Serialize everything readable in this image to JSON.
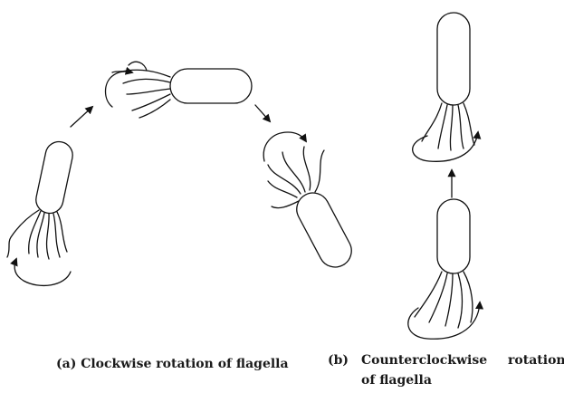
{
  "caption_a": {
    "label": "(a)",
    "text": "Clockwise rotation of flagella"
  },
  "caption_b": {
    "label": "(b)",
    "line1": "Counterclockwise rotation",
    "line2": "of flagella"
  },
  "colors": {
    "stroke": "#111111",
    "background": "#ffffff",
    "text": "#1a1a1a"
  },
  "icons": [
    "bacterium-body-icon",
    "flagella-bundle-icon",
    "rotation-arrow-icon",
    "transition-arrow-icon"
  ]
}
